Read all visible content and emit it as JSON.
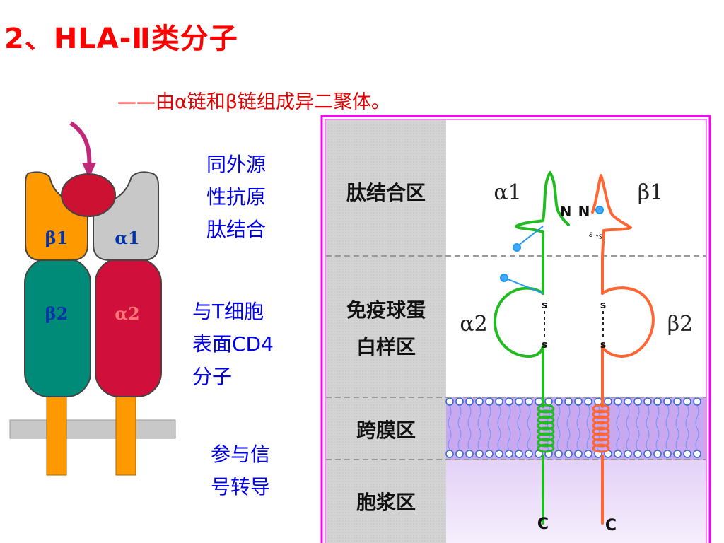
{
  "slide": {
    "title": "2、HLA-Ⅱ类分子",
    "subtitle": "——由α链和β链组成异二聚体。"
  },
  "left_model": {
    "domains": {
      "beta1": "β1",
      "alpha1": "α1",
      "beta2": "β2",
      "alpha2": "α2"
    },
    "colors": {
      "beta1": "#ff9900",
      "alpha1": "#c8c8c8",
      "beta2": "#008b78",
      "alpha2": "#d0103a",
      "peptide": "#cc1133",
      "arrow": "#c0287a",
      "membrane": "#c8c8c8",
      "tail": "#ff9900"
    }
  },
  "notes": {
    "peptide_binding": [
      "同外源",
      "性抗原",
      "肽结合"
    ],
    "cd4_binding": [
      "与T细胞",
      "表面CD4",
      "分子"
    ],
    "signal": [
      "参与信",
      "号转导"
    ]
  },
  "right_diagram": {
    "regions": {
      "peptide_region": "肽结合区",
      "ig_region": [
        "免疫球蛋",
        "白样区"
      ],
      "tm_region": "跨膜区",
      "cyto_region": "胞浆区"
    },
    "domain_labels": {
      "alpha1": "α1",
      "beta1": "β1",
      "alpha2": "α2",
      "beta2": "β2"
    },
    "termini": {
      "n": "N",
      "c": "C"
    },
    "disulfide": "s",
    "disulfide_small": "s--s",
    "colors": {
      "frame": "#ff00ff",
      "alpha_chain": "#22bb22",
      "beta_chain": "#ff6633",
      "sugar": "#2299ee",
      "label_panel": "#d0d0d0",
      "membrane": "#c9a8f0"
    }
  }
}
